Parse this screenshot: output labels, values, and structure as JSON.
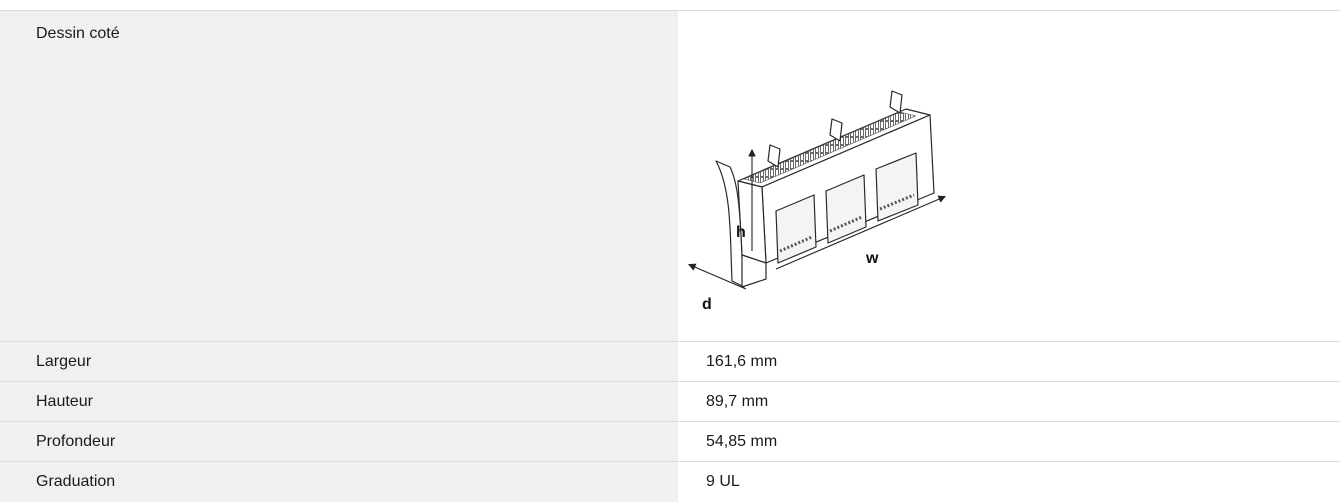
{
  "specs": {
    "drawing": {
      "label": "Dessin coté",
      "dimension_labels": {
        "height": "h",
        "width": "w",
        "depth": "d"
      }
    },
    "rows": [
      {
        "label": "Largeur",
        "value": "161,6 mm"
      },
      {
        "label": "Hauteur",
        "value": "89,7 mm"
      },
      {
        "label": "Profondeur",
        "value": "54,85 mm"
      },
      {
        "label": "Graduation",
        "value": "9 UL"
      }
    ]
  },
  "colors": {
    "label_background": "#eef0f2",
    "divider": "#dcdcdc",
    "text": "#1a1a1a"
  },
  "icons": {
    "drawing": "dimensioned-enclosure-drawing"
  }
}
